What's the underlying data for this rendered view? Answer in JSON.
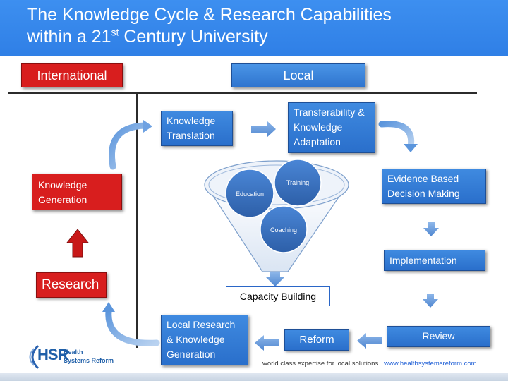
{
  "title": {
    "line1": "The Knowledge Cycle & Research Capabilities",
    "line2_pre": "within a 21",
    "line2_sup": "st",
    "line2_post": " Century University"
  },
  "headers": {
    "international": "International",
    "local": "Local"
  },
  "boxes": {
    "knowledge_translation": "Knowledge Translation",
    "transferability": "Transferability & Knowledge Adaptation",
    "evidence": "Evidence Based Decision Making",
    "implementation": "Implementation",
    "review": "Review",
    "reform": "Reform",
    "local_research": "Local Research & Knowledge Generation",
    "knowledge_generation": "Knowledge Generation",
    "research": "Research",
    "capacity_building": "Capacity Building"
  },
  "funnel": {
    "education": "Education",
    "training": "Training",
    "coaching": "Coaching"
  },
  "footer": {
    "text": "world class expertise for local solutions . ",
    "link": "www.healthsystemsreform.com"
  },
  "logo": {
    "abbr": "HSR",
    "line1": "Health",
    "line2": "Systems Reform"
  },
  "colors": {
    "title_bar": "#3d8ff0",
    "red": "#d81e1e",
    "blue": "#2f75cf"
  }
}
